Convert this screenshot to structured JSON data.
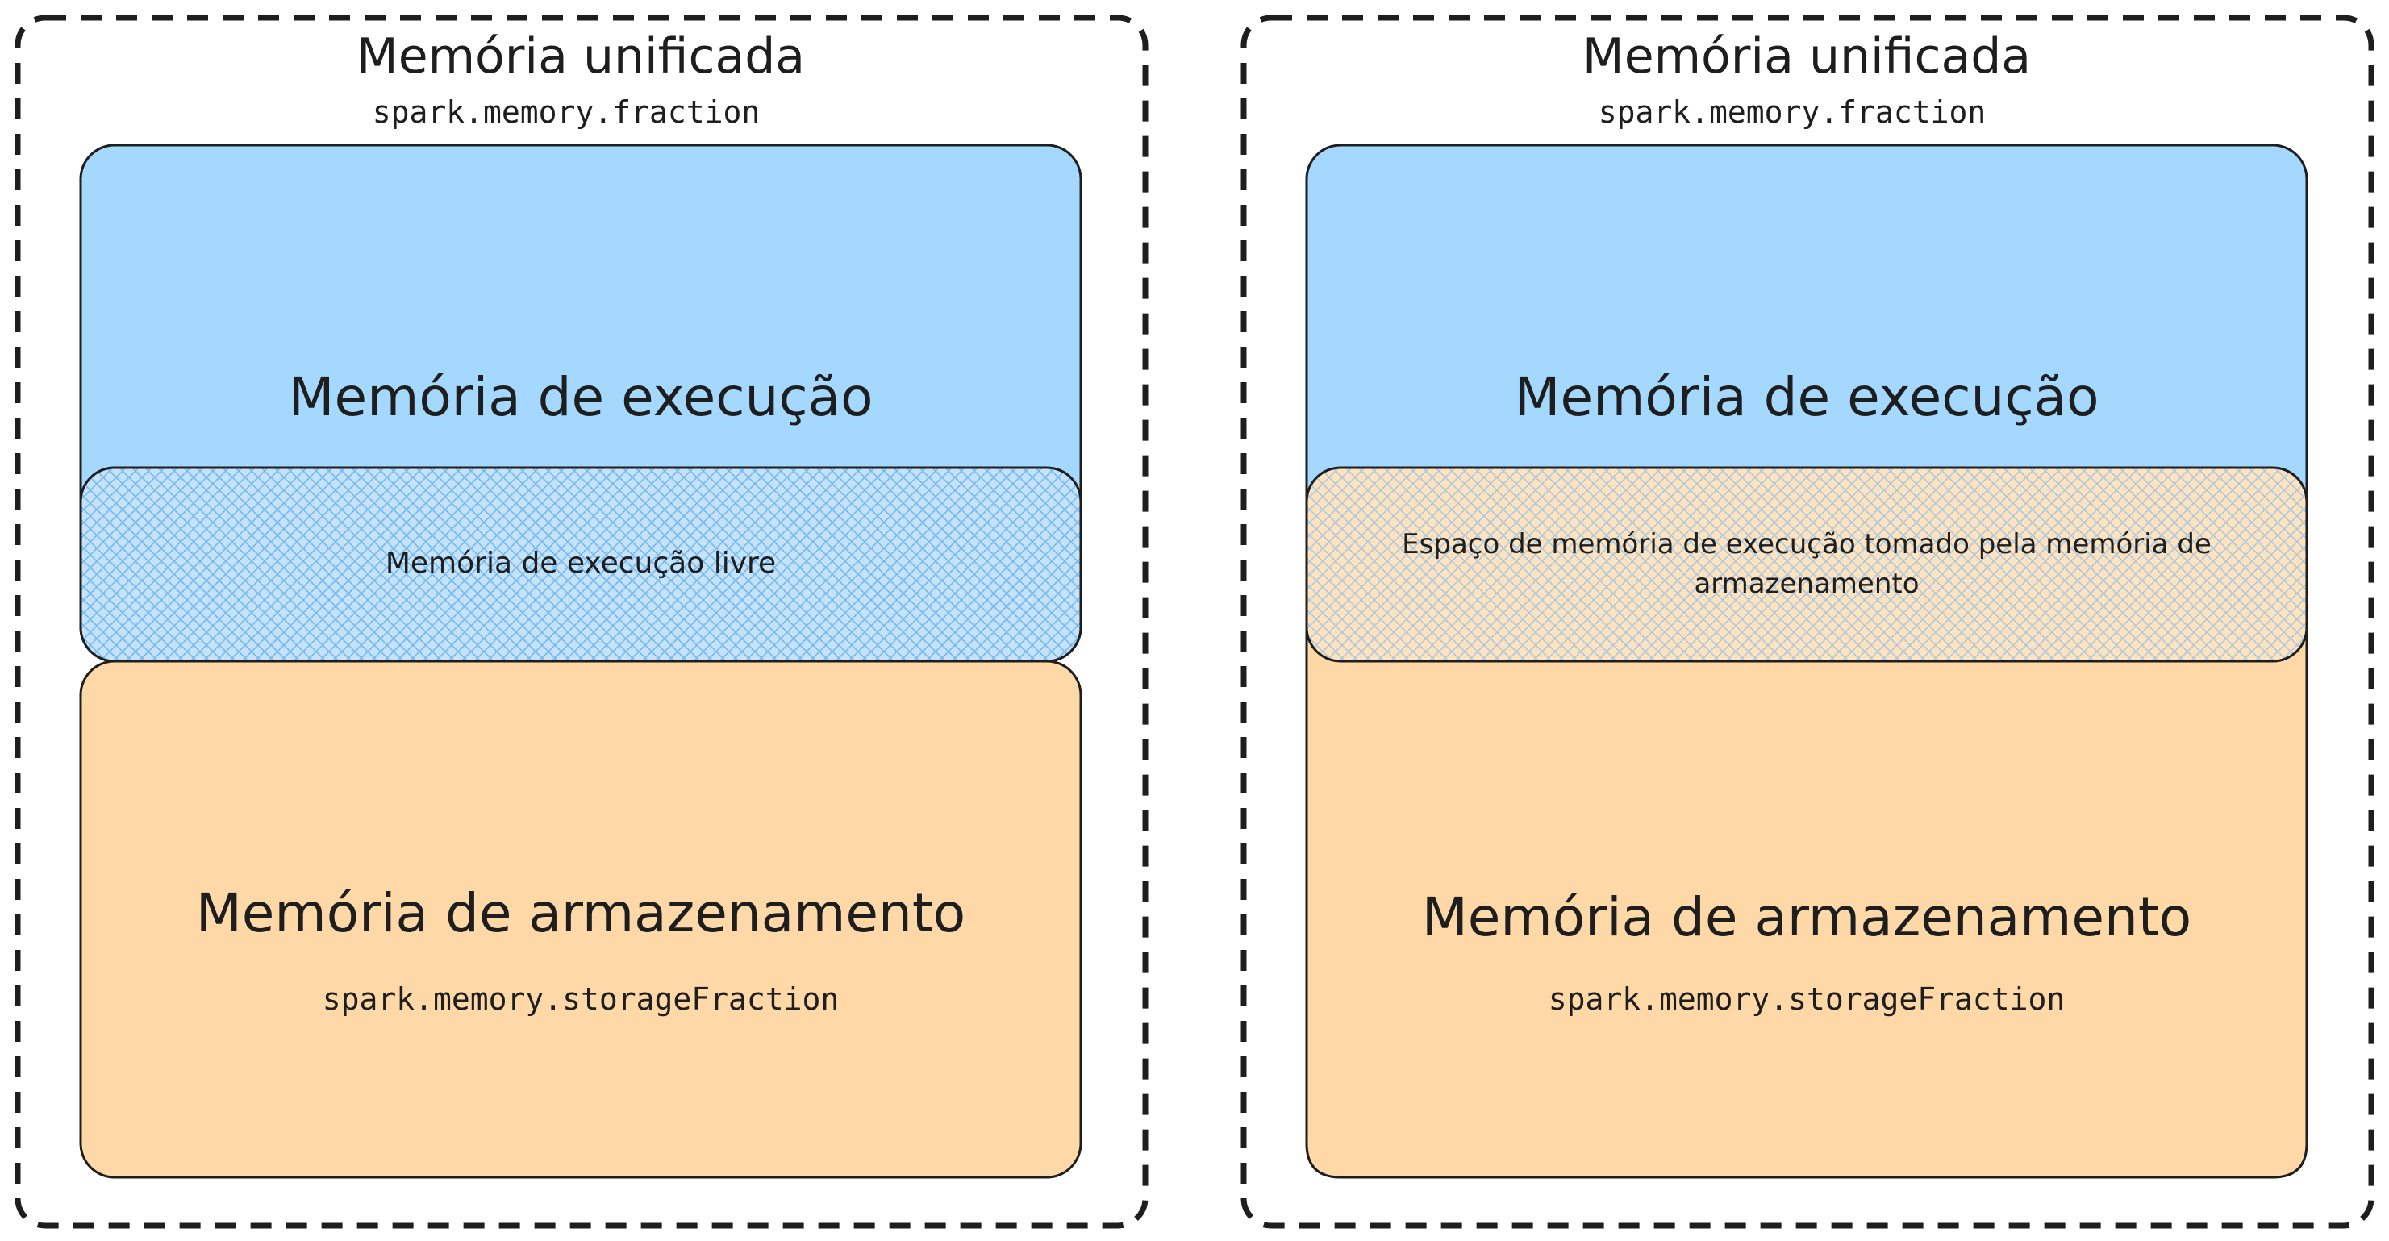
{
  "colors": {
    "stroke": "#1e1e1e",
    "execution_fill": "#a5d8ff",
    "storage_fill": "#ffd8a8",
    "background": "#ffffff"
  },
  "panels": [
    {
      "title": "Memória unificada",
      "config": "spark.memory.fraction",
      "execution_label": "Memória de execução",
      "overlap_label_line1": "Memória de execução livre",
      "overlap_label_line2": "",
      "storage_label": "Memória de armazenamento",
      "storage_config": "spark.memory.storageFraction"
    },
    {
      "title": "Memória unificada",
      "config": "spark.memory.fraction",
      "execution_label": "Memória de execução",
      "overlap_label_line1": "Espaço de memória de execução tomado pela memória de",
      "overlap_label_line2": "armazenamento",
      "storage_label": "Memória de armazenamento",
      "storage_config": "spark.memory.storageFraction"
    }
  ]
}
